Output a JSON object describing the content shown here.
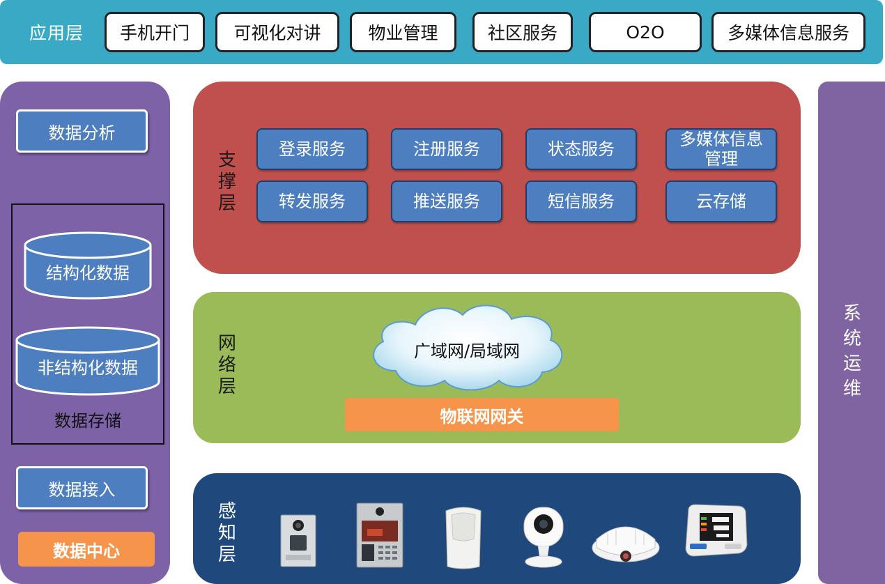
{
  "application_layer": {
    "title": "应用层",
    "items": [
      "手机开门",
      "可视化对讲",
      "物业管理",
      "社区服务",
      "O2O",
      "多媒体信息服务"
    ]
  },
  "data_center": {
    "analysis": "数据分析",
    "structured": "结构化数据",
    "unstructured": "非结构化数据",
    "storage": "数据存储",
    "access": "数据接入",
    "label": "数据中心"
  },
  "support_layer": {
    "label": "支撑层",
    "services": [
      "登录服务",
      "注册服务",
      "状态服务",
      "多媒体信息管理",
      "转发服务",
      "推送服务",
      "短信服务",
      "云存储"
    ]
  },
  "network_layer": {
    "label": "网络层",
    "cloud": "广域网/局域网",
    "gateway": "物联网网关"
  },
  "perception_layer": {
    "label": "感知层",
    "devices": [
      "door-intercom-icon",
      "video-door-panel-icon",
      "pir-sensor-icon",
      "smart-camera-icon",
      "smoke-detector-icon",
      "blood-pressure-monitor-icon"
    ]
  },
  "operations": {
    "label": "系统运维"
  },
  "colors": {
    "application": "#3aa9c6",
    "data_center": "#7e62a8",
    "support": "#c0504d",
    "network": "#9bbb59",
    "perception": "#1f497d",
    "operations": "#8064a2",
    "service_button": "#4c7ec0",
    "accent_orange": "#f5944a"
  }
}
